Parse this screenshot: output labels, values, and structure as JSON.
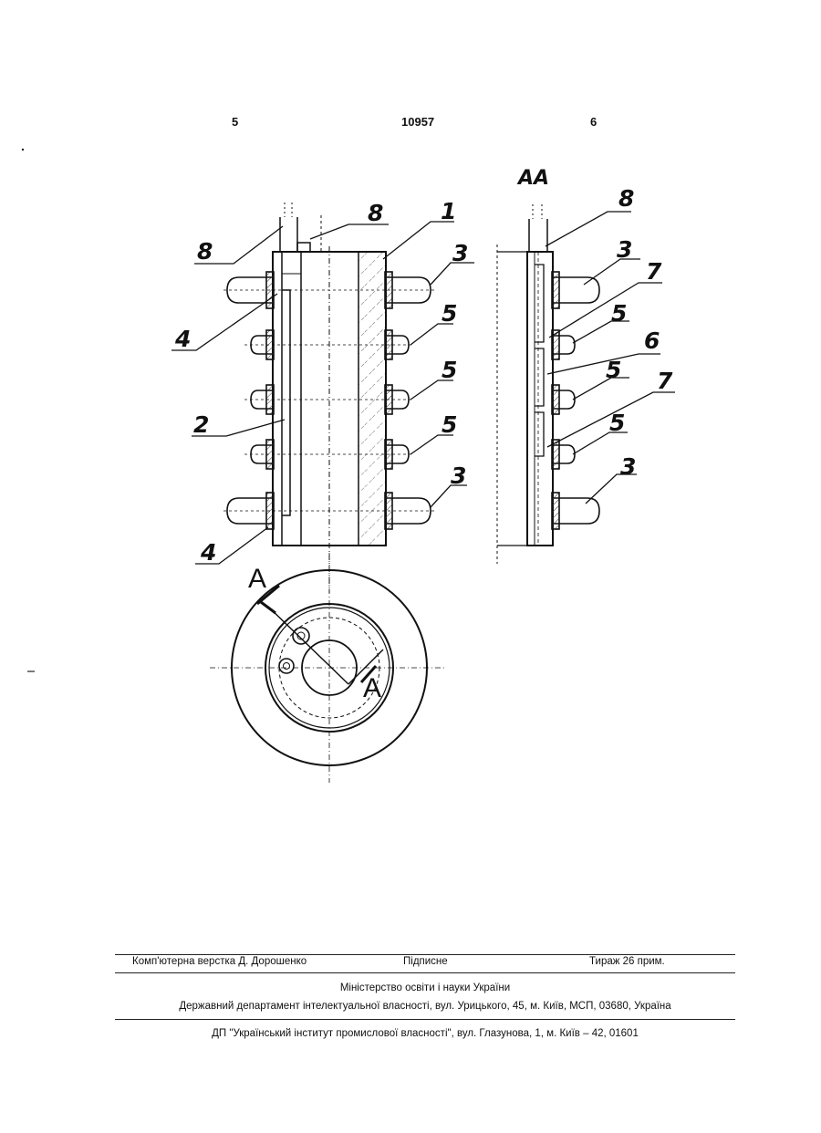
{
  "header": {
    "page_left": "5",
    "patent_number": "10957",
    "page_right": "6"
  },
  "figure": {
    "section_title": "АА",
    "section_mark": "А",
    "labels": [
      "1",
      "2",
      "3",
      "4",
      "5",
      "6",
      "7",
      "8"
    ]
  },
  "footer": {
    "layout": "Комп'ютерна верстка Д. Дорошенко",
    "signed": "Підписне",
    "circulation": "Тираж 26 прим.",
    "ministry": "Міністерство освіти і науки України",
    "department": "Державний департамент інтелектуальної власності, вул. Урицького, 45, м. Київ, МСП, 03680, Україна",
    "institute": "ДП \"Український інститут промислової власності\", вул. Глазунова, 1, м. Київ – 42, 01601"
  }
}
